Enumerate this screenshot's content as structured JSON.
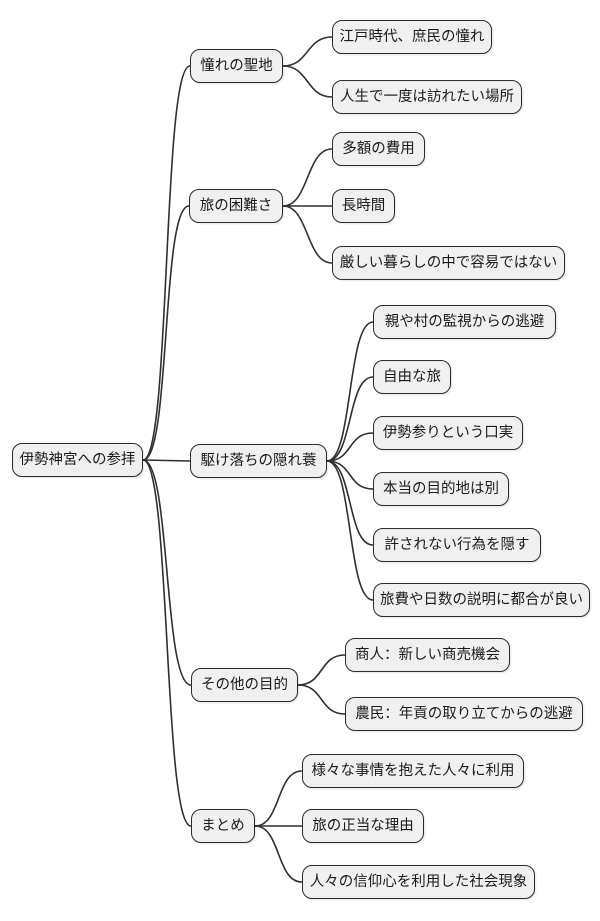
{
  "diagram": {
    "type": "mindmap",
    "colors": {
      "background": "#ffffff",
      "node_fill": "#f0f0f0",
      "node_border": "#2a2a2a",
      "link": "#2f2f2f",
      "text": "#1a1a1a"
    },
    "root": {
      "label": "伊勢神宮への参拝"
    },
    "branches": [
      {
        "label": "憧れの聖地",
        "children": [
          {
            "label": "江戸時代、庶民の憧れ"
          },
          {
            "label": "人生で一度は訪れたい場所"
          }
        ]
      },
      {
        "label": "旅の困難さ",
        "children": [
          {
            "label": "多額の費用"
          },
          {
            "label": "長時間"
          },
          {
            "label": "厳しい暮らしの中で容易ではない"
          }
        ]
      },
      {
        "label": "駆け落ちの隠れ蓑",
        "children": [
          {
            "label": "親や村の監視からの逃避"
          },
          {
            "label": "自由な旅"
          },
          {
            "label": "伊勢参りという口実"
          },
          {
            "label": "本当の目的地は別"
          },
          {
            "label": "許されない行為を隠す"
          },
          {
            "label": "旅費や日数の説明に都合が良い"
          }
        ]
      },
      {
        "label": "その他の目的",
        "children": [
          {
            "label": "商人：新しい商売機会"
          },
          {
            "label": "農民：年貢の取り立てからの逃避"
          }
        ]
      },
      {
        "label": "まとめ",
        "children": [
          {
            "label": "様々な事情を抱えた人々に利用"
          },
          {
            "label": "旅の正当な理由"
          },
          {
            "label": "人々の信仰心を利用した社会現象"
          }
        ]
      }
    ]
  }
}
